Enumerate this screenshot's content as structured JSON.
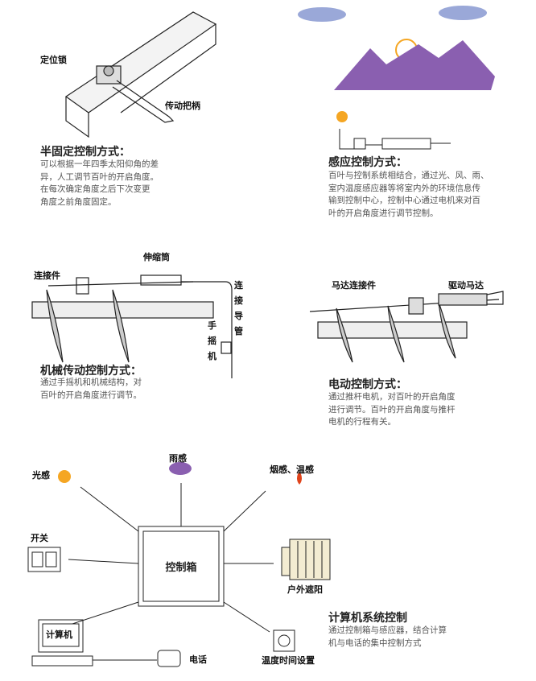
{
  "semi_fixed": {
    "label_lock": "定位锁",
    "label_handle": "传动把柄",
    "title": "半固定控制方式：",
    "lines": [
      "可以根据一年四季太阳仰角的差",
      "异，人工调节百叶的开启角度。",
      "在每次确定角度之后下次变更",
      "角度之前角度固定。"
    ]
  },
  "sensor": {
    "title": "感应控制方式：",
    "lines": [
      "百叶与控制系统相结合，通过光、风、雨、",
      "室内温度感应器等将室内外的环境信息传",
      "输到控制中心，控制中心通过电机来对百",
      "叶的开启角度进行调节控制。"
    ]
  },
  "mechanical": {
    "label_connector": "连接件",
    "label_telescopic": "伸缩筒",
    "label_conduit": "连接导管",
    "label_crank": "手摇机",
    "title": "机械传动控制方式：",
    "lines": [
      "通过手摇机和机械结构，对",
      "百叶的开启角度进行调节。"
    ]
  },
  "electric": {
    "label_motor_connector": "马达连接件",
    "label_drive_motor": "驱动马达",
    "title": "电动控制方式：",
    "lines": [
      "通过推杆电机，对百叶的开启角度",
      "进行调节。百叶的开启角度与推杆",
      "电机的行程有关。"
    ]
  },
  "system": {
    "control_box": "控制箱",
    "light_sensor": "光感",
    "rain_sensor": "雨感",
    "smoke_temp_sensor": "烟感、温感",
    "switch": "开关",
    "outdoor_shading": "户外遮阳",
    "computer": "计算机",
    "phone": "电话",
    "temp_time_setting": "温度时间设置",
    "title": "计算机系统控制",
    "lines": [
      "通过控制箱与感应器，结合计算",
      "机与电话的集中控制方式"
    ]
  },
  "colors": {
    "mountain": "#8a5fb0",
    "sun": "#f5a623",
    "cloud": "#9aa8d8",
    "flame": "#e0441b"
  }
}
